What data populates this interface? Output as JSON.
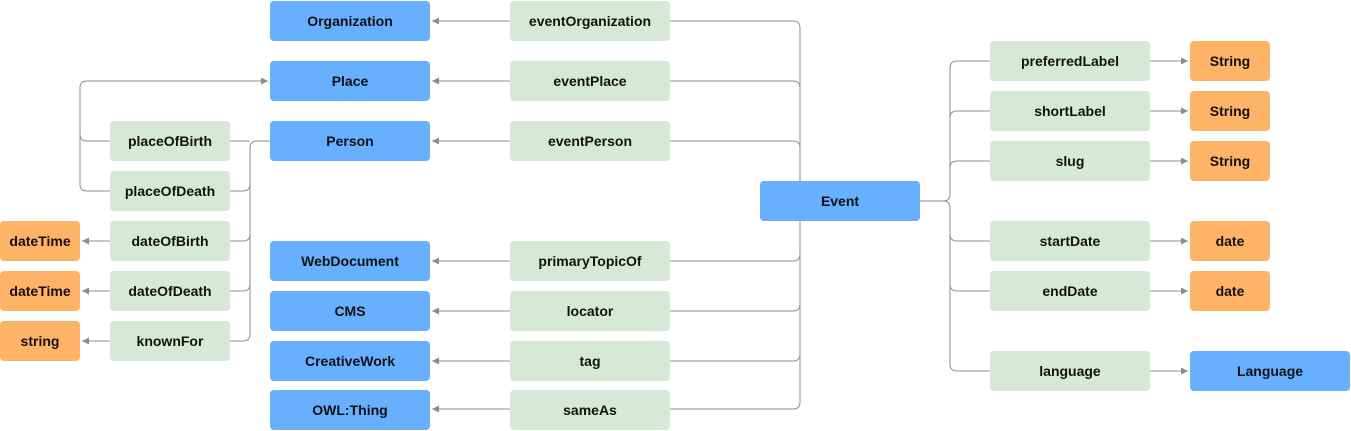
{
  "nodes": {
    "organization": "Organization",
    "place": "Place",
    "person": "Person",
    "web_document": "WebDocument",
    "cms": "CMS",
    "creative_work": "CreativeWork",
    "owl_thing": "OWL:Thing",
    "event_organization": "eventOrganization",
    "event_place": "eventPlace",
    "event_person": "eventPerson",
    "primary_topic_of": "primaryTopicOf",
    "locator": "locator",
    "tag": "tag",
    "same_as": "sameAs",
    "event": "Event",
    "place_of_birth": "placeOfBirth",
    "place_of_death": "placeOfDeath",
    "date_of_birth": "dateOfBirth",
    "date_of_death": "dateOfDeath",
    "known_for": "knownFor",
    "datetime_1": "dateTime",
    "datetime_2": "dateTime",
    "string_lower": "string",
    "preferred_label": "preferredLabel",
    "short_label": "shortLabel",
    "slug": "slug",
    "start_date": "startDate",
    "end_date": "endDate",
    "language_prop": "language",
    "string_1": "String",
    "string_2": "String",
    "string_3": "String",
    "date_1": "date",
    "date_2": "date",
    "language_class": "Language"
  },
  "colors": {
    "class": "#66b0ff",
    "property": "#d6e9d6",
    "literal": "#ffb366",
    "edge": "#8c8c8c"
  }
}
